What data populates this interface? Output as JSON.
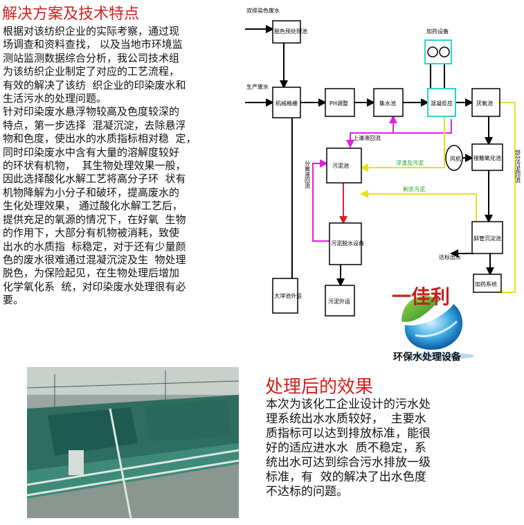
{
  "section1": {
    "title": "解决方案及技术特点",
    "lines": [
      "根据对该纺织企业的实际考察，通过现",
      "场调查和资料查找， 以及当地市环境监",
      "测站监测数据综合分析，我公司技术组",
      "为该纺织企业制定了对应的工艺流程，",
      "有效的解决了该纺  织企业的印染废水和",
      "生活污水的处理问题。",
      "针对印染废水悬浮物较高及色度较深的",
      "特点，第一步选择  混凝沉淀，去除悬浮",
      "物和色度，使出水的水质指标相对稳  定，",
      "同时印染废水中含有大量的溶解度较好",
      "的环状有机物，  其生物处理效果一般，",
      "因此选择酸化水解工艺将高分子环  状有",
      "机物降解为小分子和破环，提高废水的",
      "生化处理效果， 通过酸化水解工艺后，",
      "提供充足的氧源的情况下，在好氧  生物",
      "的作用下，大部分有机物被消耗，致使",
      "出水的水质指  标稳定，对于还有少量颜",
      "色的废水很难通过混凝沉淀及生  物处理",
      "脱色，为保险起见，在生物处理后增加",
      "化学氧化系  统，对印染废水处理很有必",
      "要。"
    ]
  },
  "section2": {
    "title": "处理后的效果",
    "lines": [
      "本次为该化工企业设计的污水处",
      "理系统出水水质较好，  主要水",
      "质指标可以达到排放标准，能很",
      "好的适应进水水  质不稳定，系",
      "统出水可达到综合污水排放一级",
      "标准，有  效的解决了出水色度",
      "不达标的问题。"
    ]
  },
  "diagram": {
    "labels": {
      "inlet1": "双排染色废水",
      "inlet2": "生产废水",
      "pretreat": "脱色预处理池",
      "grille": "机械格栅",
      "ph": "PH调整",
      "collect": "集水池",
      "coag": "混凝反应",
      "anaer": "厌氧池",
      "dose_top": "加药设备",
      "fan": "风机",
      "contact": "接触氧化池",
      "sed": "斜管沉淀池",
      "dose_bottom": "加药系统",
      "sludge_pool": "污泥池",
      "dewater": "污泥脱水设备",
      "outfall": "大滓池外运",
      "sludge_out": "污泥外运",
      "reflux_up": "上清液回流",
      "reflux_left": "分离液回流",
      "reflux_right": "部分污泥回流",
      "sludge_line": "浮渣及污泥",
      "excess": "剩余污泥",
      "discharge": "达标出水"
    }
  },
  "logo": {
    "title": "一佳利",
    "subtitle": "环保水处理设备"
  },
  "photo": {
    "caption": ""
  }
}
